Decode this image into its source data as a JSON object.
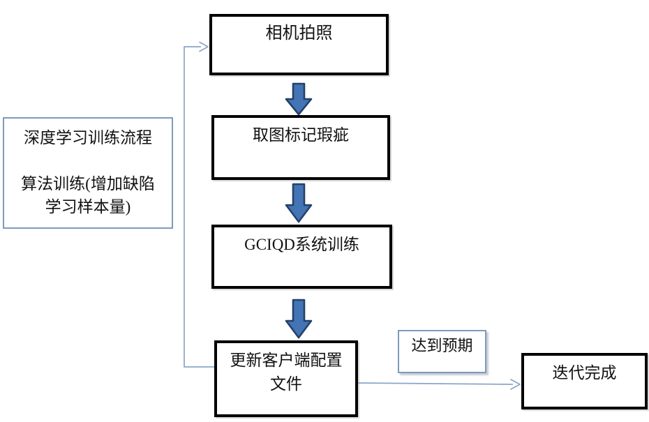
{
  "colors": {
    "block_arrow_fill": "#4374b4",
    "block_arrow_stroke": "#24416b",
    "connector": "#8aa5c8",
    "thin_border": "#7e99bd",
    "thick_border": "#000000"
  },
  "nodes": {
    "camera": {
      "label": "相机拍照"
    },
    "mark_defects": {
      "label": "取图标记瑕疵"
    },
    "system_training": {
      "label": "GCIQD系统训练"
    },
    "update_config": {
      "label": "更新客户端配置\n文件"
    },
    "iteration_done": {
      "label": "迭代完成"
    }
  },
  "annotations": {
    "process_note": {
      "label": "深度学习训练流程\n\n算法训练(增加缺陷\n学习样本量)"
    },
    "expectation_label": {
      "label": "达到预期"
    }
  }
}
